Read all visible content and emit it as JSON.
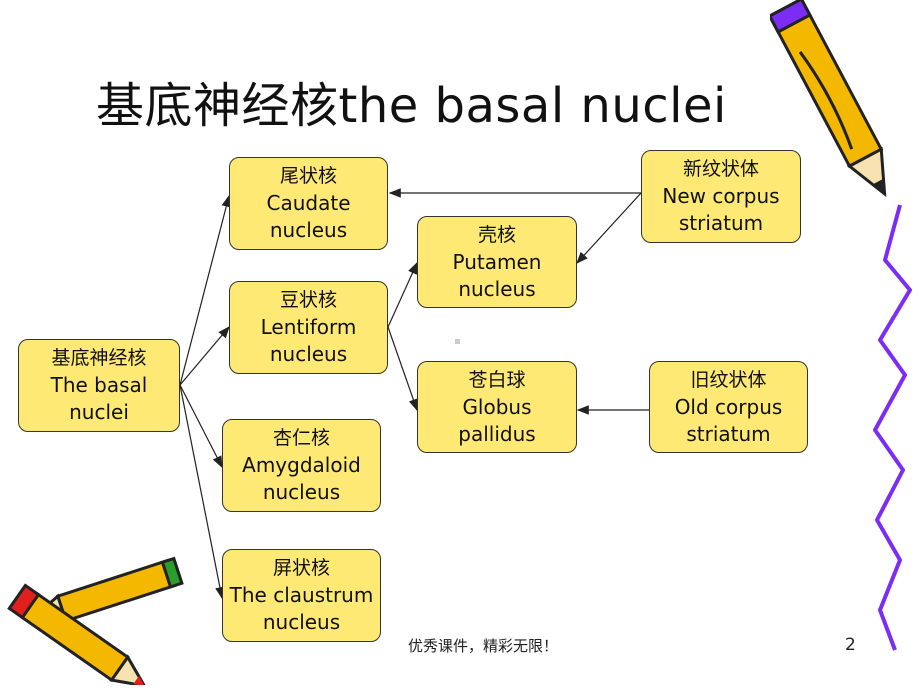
{
  "title": "基底神经核the basal nuclei",
  "boxes": {
    "basal": {
      "zh": "基底神经核",
      "en": "The basal\nnuclei"
    },
    "caudate": {
      "zh": "尾状核",
      "en": "Caudate\nnucleus"
    },
    "lentiform": {
      "zh": "豆状核",
      "en": "Lentiform\nnucleus"
    },
    "amygdaloid": {
      "zh": "杏仁核",
      "en": "Amygdaloid\nnucleus"
    },
    "claustrum": {
      "zh": "屏状核",
      "en": "The claustrum\nnucleus"
    },
    "putamen": {
      "zh": "壳核",
      "en": "Putamen\nnucleus"
    },
    "globus": {
      "zh": "苍白球",
      "en": "Globus\npallidus"
    },
    "new_striatum": {
      "zh": "新纹状体",
      "en": "New corpus\nstriatum"
    },
    "old_striatum": {
      "zh": "旧纹状体",
      "en": "Old  corpus\nstriatum"
    }
  },
  "footer": "优秀课件，精彩无限！",
  "page_number": "2",
  "decor": {
    "pencil_color": "#f5b800",
    "scribble_color": "#7b2cf5"
  }
}
